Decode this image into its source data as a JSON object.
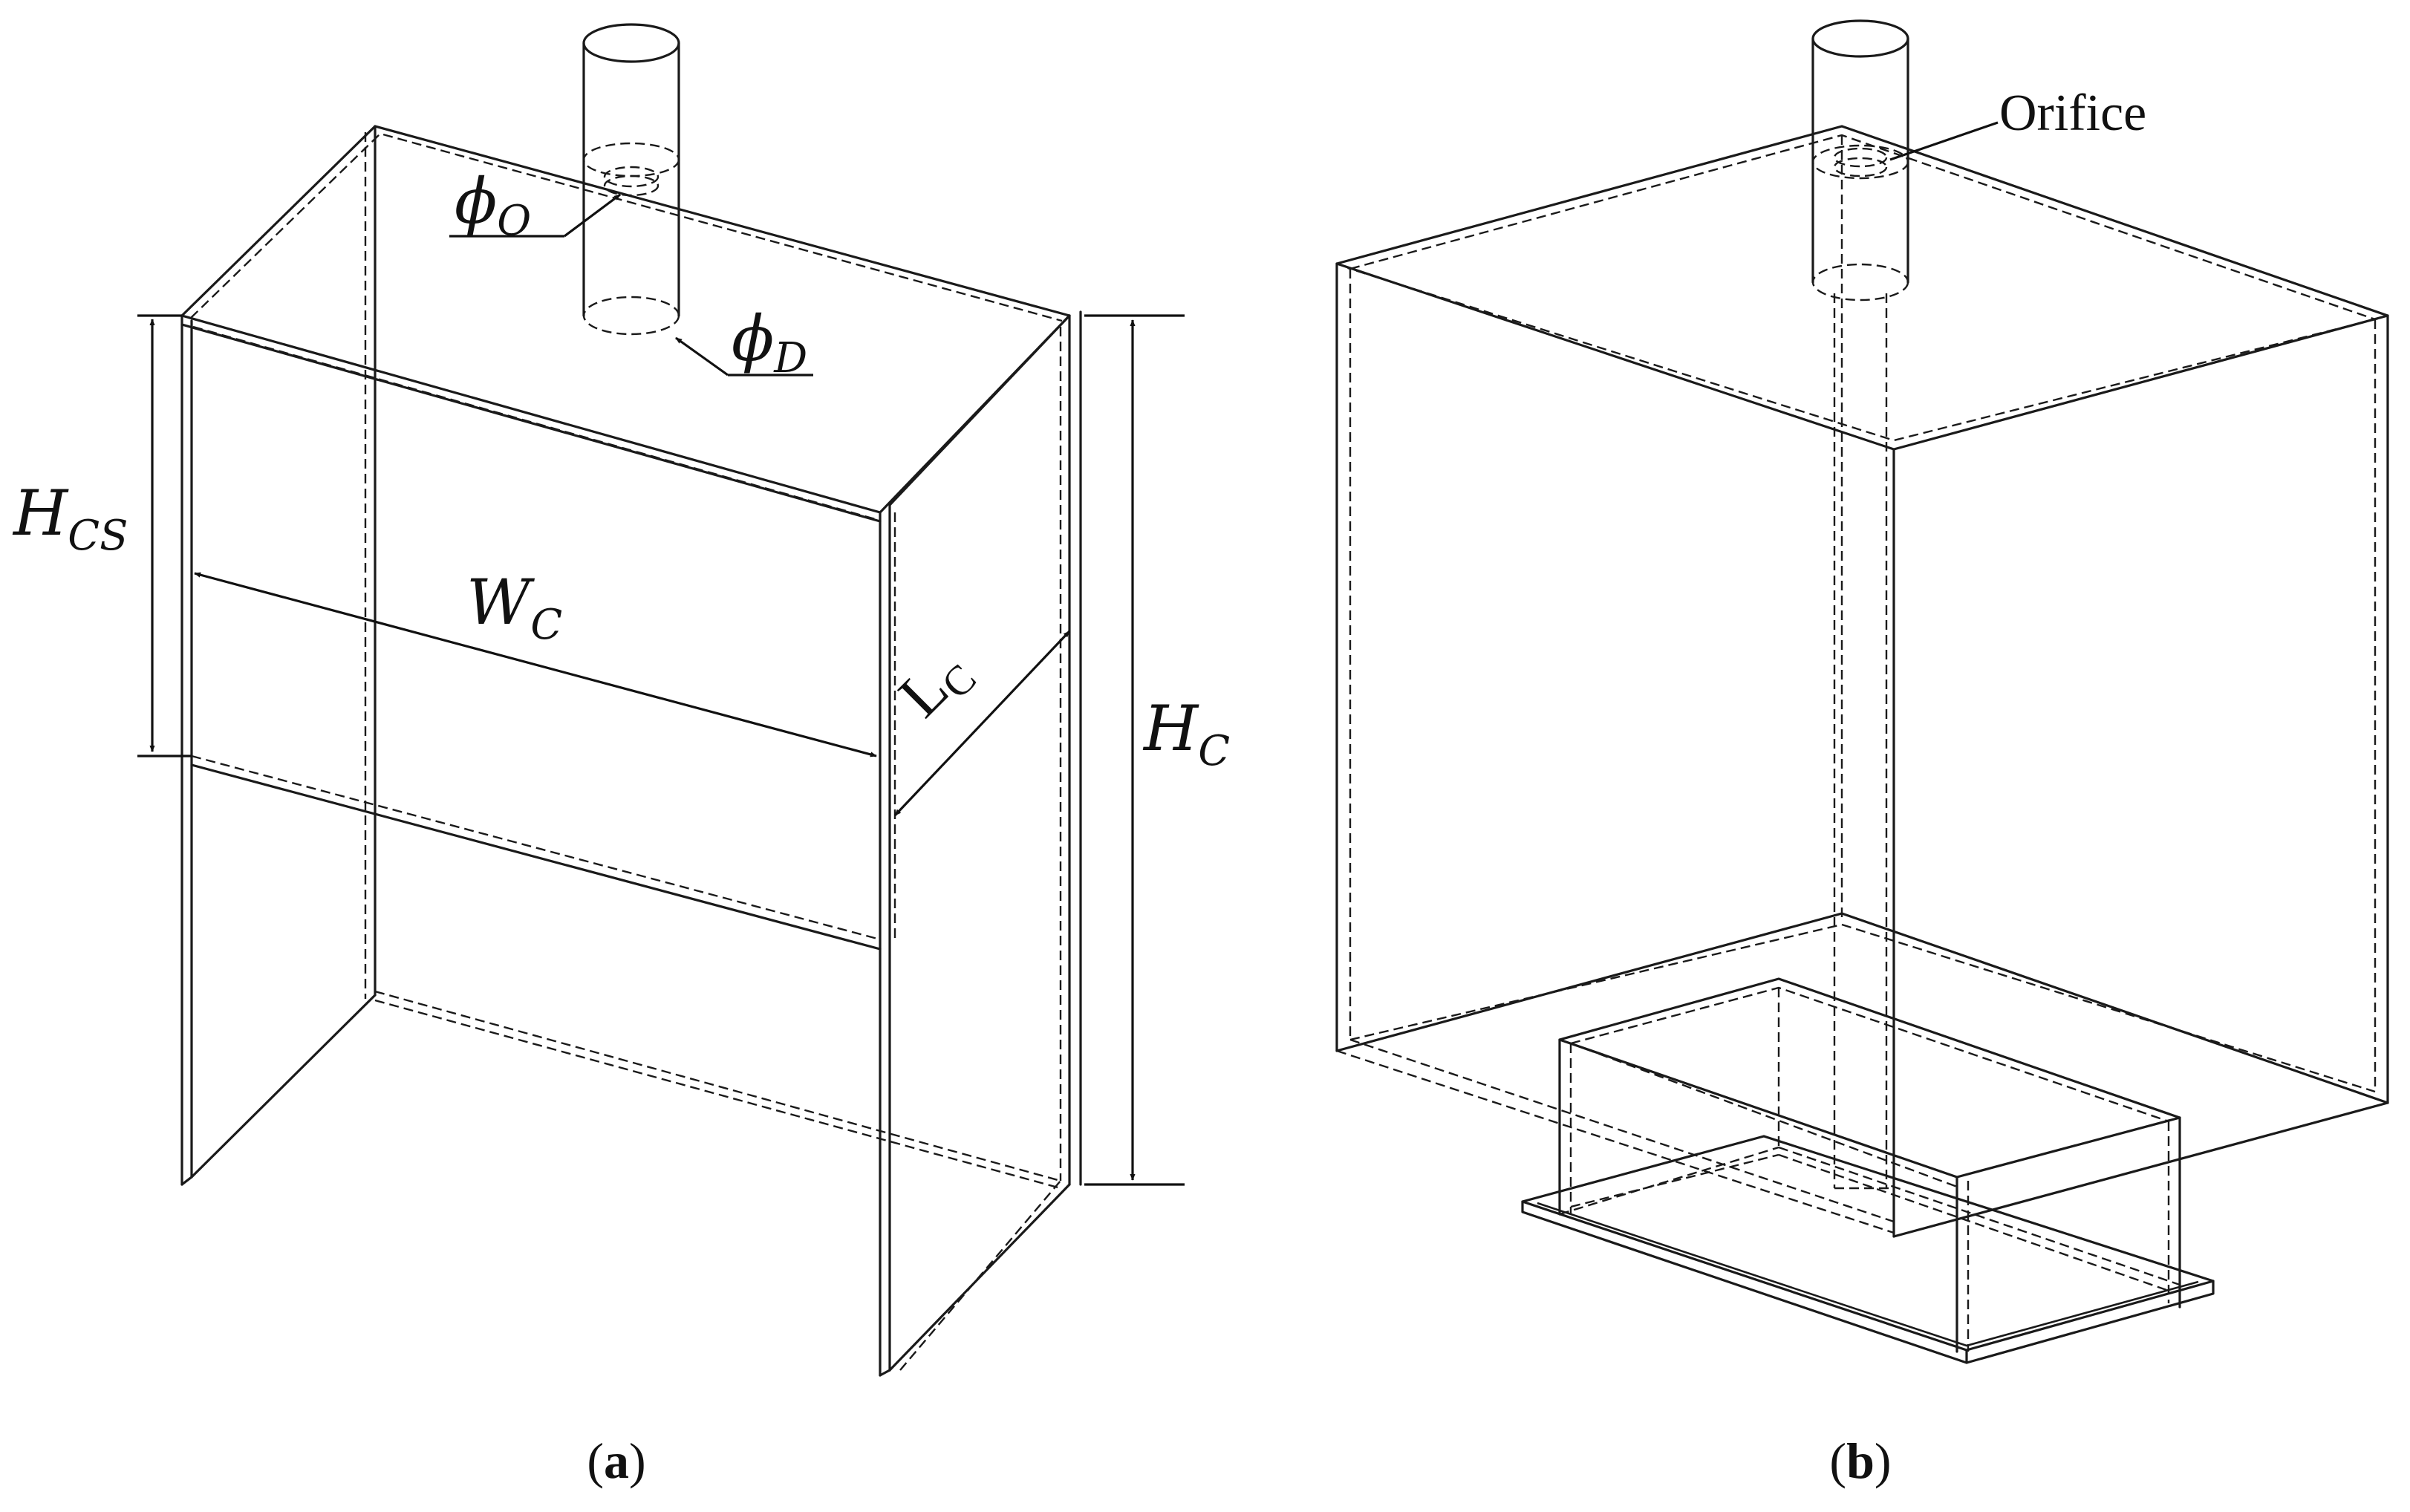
{
  "panel_a": {
    "caption_open": "(",
    "caption_letter": "a",
    "caption_close": ")",
    "labels": {
      "phi_o_main": "ϕ",
      "phi_o_sub": "O",
      "phi_d_main": "ϕ",
      "phi_d_sub": "D",
      "h_cs_main": "H",
      "h_cs_sub": "CS",
      "w_c_main": "W",
      "w_c_sub": "C",
      "l_c_main": "L",
      "l_c_sub": "C",
      "h_c_main": "H",
      "h_c_sub": "C"
    }
  },
  "panel_b": {
    "caption_open": "(",
    "caption_letter": "b",
    "caption_close": ")",
    "orifice_label": "Orifice"
  }
}
